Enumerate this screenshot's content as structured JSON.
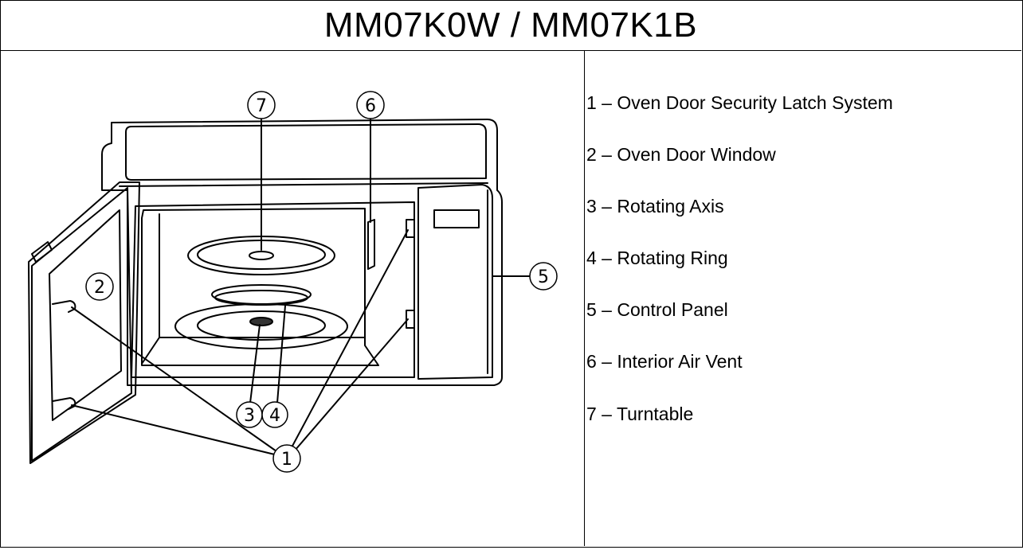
{
  "title": "MM07K0W / MM07K1B",
  "legend": [
    {
      "label": "1 – Oven Door Security Latch System"
    },
    {
      "label": "2 – Oven Door Window"
    },
    {
      "label": "3 – Rotating Axis"
    },
    {
      "label": "4 – Rotating Ring"
    },
    {
      "label": "5 – Control Panel"
    },
    {
      "label": "6 – Interior Air Vent"
    },
    {
      "label": "7 – Turntable"
    }
  ],
  "callouts": [
    "1",
    "2",
    "3",
    "4",
    "5",
    "6",
    "7"
  ]
}
